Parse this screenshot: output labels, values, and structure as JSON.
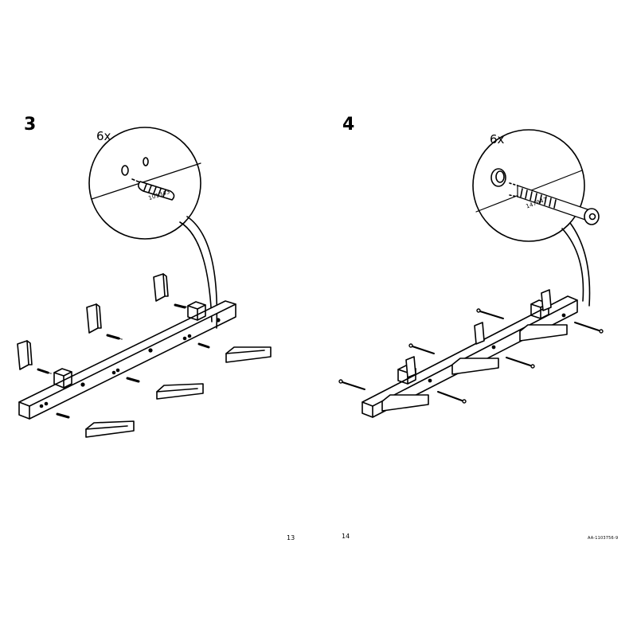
{
  "pages": [
    {
      "step": "3",
      "callout": {
        "quantity": "6x",
        "part_number": "101343",
        "part": "dowel-icon"
      },
      "page_number": "13",
      "article_code": ""
    },
    {
      "step": "4",
      "callout": {
        "quantity": "6x",
        "part_number": "147947",
        "part": "screw-icon"
      },
      "page_number": "14",
      "article_code": "AA-1103756-9"
    }
  ]
}
